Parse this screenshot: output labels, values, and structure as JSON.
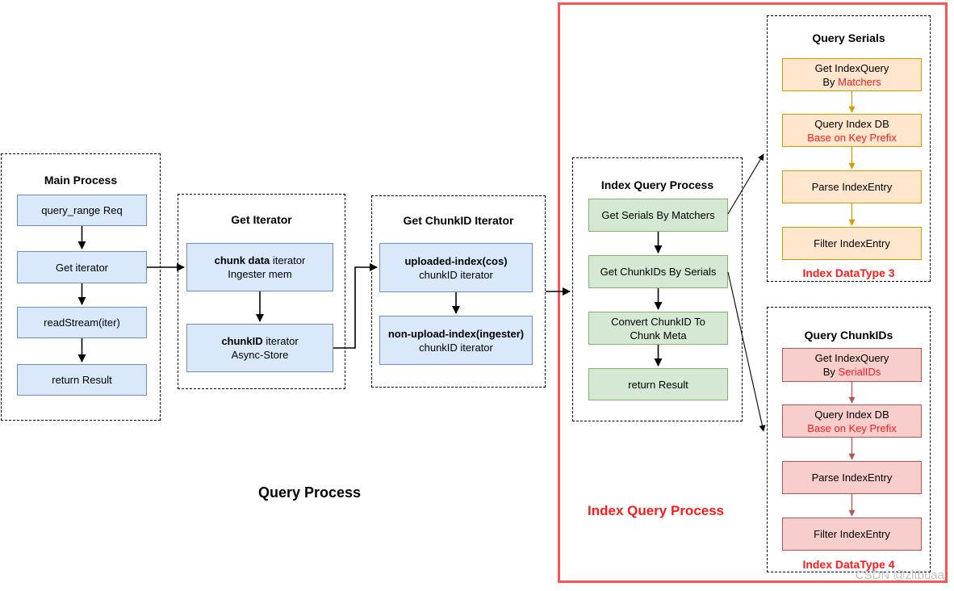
{
  "colors": {
    "blue_fill": "#dae8fc",
    "blue_border": "#6c8ebf",
    "green_fill": "#d5e8d4",
    "green_border": "#82b366",
    "orange_fill": "#ffe6cc",
    "orange_border": "#d79b00",
    "pink_fill": "#f8cecc",
    "pink_border": "#b85450",
    "accent_red": "#ff1a1a",
    "frame_red": "#ff5252",
    "watermark_gray": "#c3c3c3"
  },
  "groups": {
    "main_process": {
      "title": "Main Process",
      "steps": [
        {
          "line1": "query_range Req"
        },
        {
          "line1": "Get iterator"
        },
        {
          "line1": "readStream(iter)"
        },
        {
          "line1": "return Result"
        }
      ]
    },
    "get_iterator": {
      "title": "Get Iterator",
      "nodes": [
        {
          "bold": "chunk data",
          "rest": " iterator",
          "line2": "Ingester mem"
        },
        {
          "bold": "chunkID",
          "rest": " iterator",
          "line2": "Async-Store"
        }
      ]
    },
    "get_chunkid_iterator": {
      "title": "Get ChunkID Iterator",
      "nodes": [
        {
          "bold": "uploaded-index(cos)",
          "line2": "chunkID iterator"
        },
        {
          "bold": "non-upload-index(ingester)",
          "line2": "chunkID iterator"
        }
      ]
    },
    "index_query_process": {
      "title": "Index Query Process",
      "steps": [
        {
          "line1": "Get Serials By Matchers"
        },
        {
          "line1": "Get ChunkIDs By Serials"
        },
        {
          "line1": "Convert ChunkID To",
          "line2": "Chunk Meta"
        },
        {
          "line1": "return Result"
        }
      ]
    },
    "query_serials": {
      "title": "Query Serials",
      "footer": "Index DataType 3",
      "nodes": [
        {
          "line1": "Get IndexQuery",
          "line2_prefix": "By ",
          "line2_red": "Matchers"
        },
        {
          "line1": "Query Index DB",
          "line2_red": "Base on Key Prefix"
        },
        {
          "line1": "Parse IndexEntry"
        },
        {
          "line1": "Filter IndexEntry"
        }
      ]
    },
    "query_chunkids": {
      "title": "Query ChunkIDs",
      "footer": "Index DataType 4",
      "nodes": [
        {
          "line1": "Get IndexQuery",
          "line2_prefix": "By ",
          "line2_red": "SerialIDs"
        },
        {
          "line1": "Query Index DB",
          "line2_red": "Base on Key Prefix"
        },
        {
          "line1": "Parse IndexEntry"
        },
        {
          "line1": "Filter IndexEntry"
        }
      ]
    }
  },
  "labels": {
    "query_process": "Query Process",
    "index_query_process": "Index Query Process"
  },
  "watermark": "CSDN @zltbuaa"
}
